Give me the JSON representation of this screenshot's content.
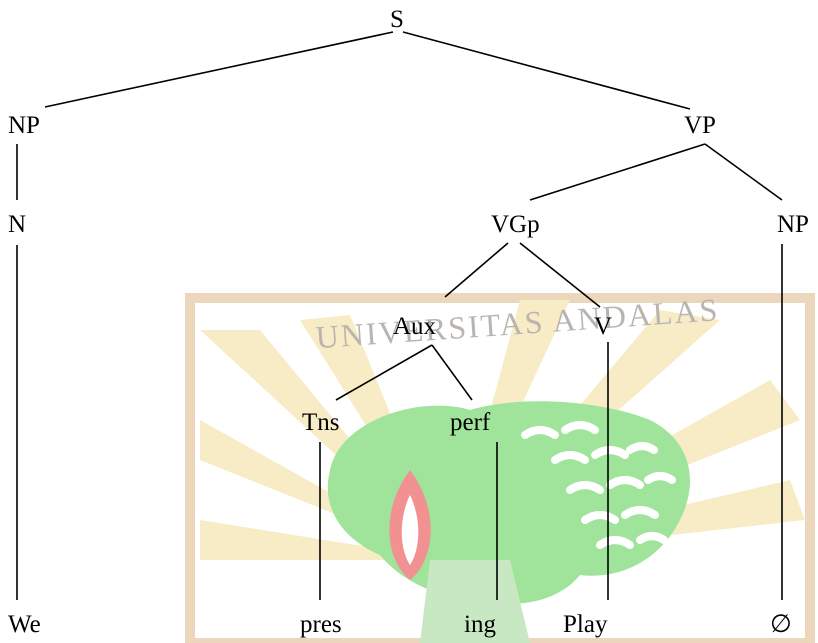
{
  "tree": {
    "root": "S",
    "nodes": {
      "s": "S",
      "np_subject": "NP",
      "vp": "VP",
      "n": "N",
      "vgp": "VGp",
      "np_object": "NP",
      "aux": "Aux",
      "v": "V",
      "tns": "Tns",
      "perf": "perf",
      "we": "We",
      "pres": "pres",
      "ing": "ing",
      "play": "Play",
      "null": "∅"
    },
    "edges": [
      [
        "s",
        "np_subject"
      ],
      [
        "s",
        "vp"
      ],
      [
        "np_subject",
        "n"
      ],
      [
        "n",
        "we"
      ],
      [
        "vp",
        "vgp"
      ],
      [
        "vp",
        "np_object"
      ],
      [
        "vgp",
        "aux"
      ],
      [
        "vgp",
        "v"
      ],
      [
        "aux",
        "tns"
      ],
      [
        "aux",
        "perf"
      ],
      [
        "tns",
        "pres"
      ],
      [
        "perf",
        "ing"
      ],
      [
        "v",
        "play"
      ],
      [
        "np_object",
        "null"
      ]
    ]
  },
  "watermark": {
    "text": "UNIVERSITAS ANDALAS",
    "colors": {
      "ray": "#f7e7b8",
      "tree": "#8fe08a",
      "flame": "#f08a8a",
      "frame": "#e6c7a6",
      "text": "#b9b4b0"
    }
  }
}
